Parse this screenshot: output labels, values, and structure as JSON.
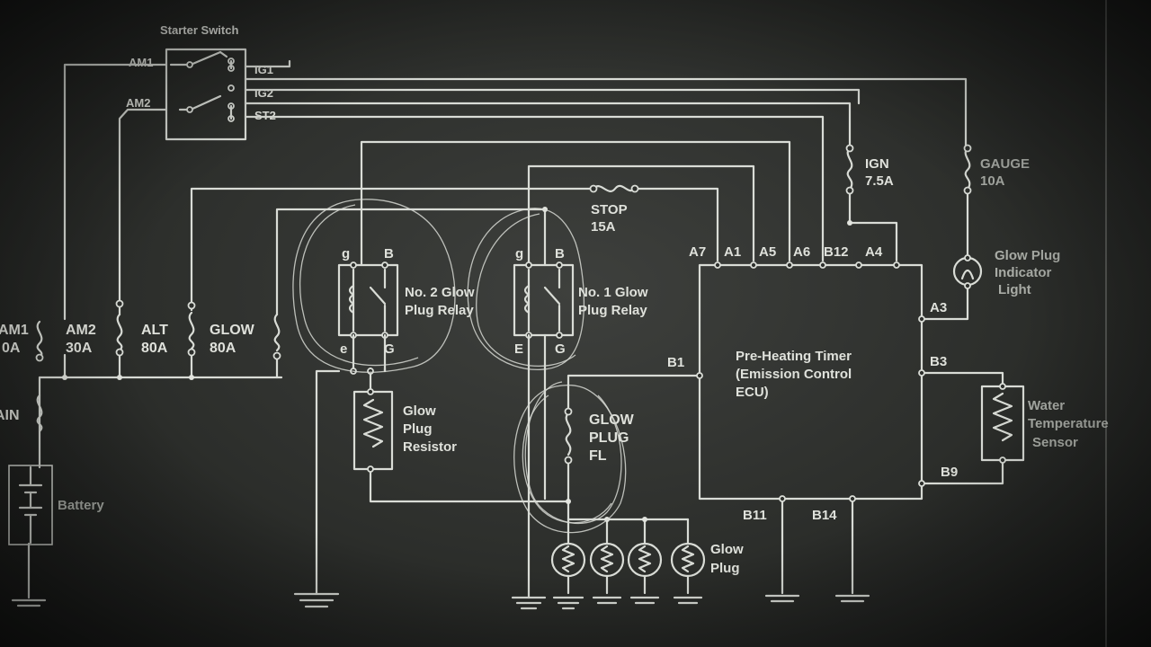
{
  "starter_switch": {
    "title": "Starter Switch",
    "terminals": [
      "AM1",
      "AM2",
      "IG1",
      "IG2",
      "ST2"
    ]
  },
  "fuses": {
    "am1": [
      "AM1",
      "0A"
    ],
    "am2": [
      "AM2",
      "30A"
    ],
    "alt": [
      "ALT",
      "80A"
    ],
    "glow": [
      "GLOW",
      "80A"
    ],
    "main": "AIN",
    "stop": [
      "STOP",
      "15A"
    ],
    "ign": [
      "IGN",
      "7.5A"
    ],
    "gauge": [
      "GAUGE",
      "10A"
    ],
    "glow_fl": [
      "GLOW",
      "PLUG",
      "FL"
    ]
  },
  "relay2": {
    "label": [
      "No. 2 Glow",
      "Plug Relay"
    ],
    "pins": [
      "g",
      "B",
      "e",
      "G"
    ]
  },
  "relay1": {
    "label": [
      "No. 1 Glow",
      "Plug Relay"
    ],
    "pins": [
      "g",
      "B",
      "E",
      "G"
    ]
  },
  "resistor": [
    "Glow",
    "Plug",
    "Resistor"
  ],
  "battery": "Battery",
  "ecu": {
    "label": [
      "Pre-Heating Timer",
      "(Emission Control",
      "ECU)"
    ],
    "pins_top": [
      "A7",
      "A1",
      "A5",
      "A6",
      "B12",
      "A4"
    ],
    "pins_right": [
      "A3",
      "B3",
      "B9"
    ],
    "pin_left": "B1",
    "pins_bottom": [
      "B11",
      "B14"
    ]
  },
  "indicator": [
    "Glow Plug",
    "Indicator",
    "Light"
  ],
  "sensor": [
    "Water",
    "Temperature",
    "Sensor"
  ],
  "glow_plug": [
    "Glow",
    "Plug"
  ]
}
